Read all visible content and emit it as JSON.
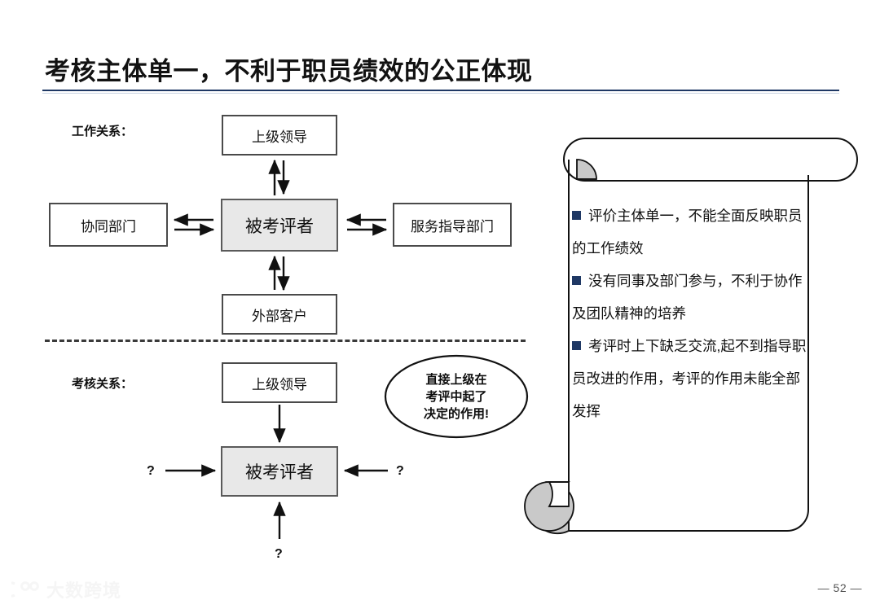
{
  "slide": {
    "title": "考核主体单一，不利于职员绩效的公正体现",
    "page_number": "— 52 —",
    "accent_color": "#1F3864",
    "rule_color": "#1F3864"
  },
  "watermark": {
    "text": "大数跨境",
    "icon": "logo-icon"
  },
  "work_relation": {
    "label": "工作关系：",
    "center_box": "被考评者",
    "top_box": "上级领导",
    "left_box": "协同部门",
    "right_box": "服务指导部门",
    "bottom_box": "外部客户"
  },
  "appraisal_relation": {
    "label": "考核关系：",
    "top_box": "上级领导",
    "center_box": "被考评者",
    "left_marker": "?",
    "right_marker": "?",
    "bottom_marker": "?"
  },
  "callout": {
    "line1": "直接上级在",
    "line2": "考评中起了",
    "line3": "决定的作用!"
  },
  "scroll": {
    "bullet_color": "#1F3864",
    "bullets": [
      "评价主体单一，不能全面反映职员的工作绩效",
      "没有同事及部门参与，不利于协作及团队精神的培养",
      "考评时上下缺乏交流,起不到指导职员改进的作用，考评的作用未能全部发挥"
    ]
  }
}
